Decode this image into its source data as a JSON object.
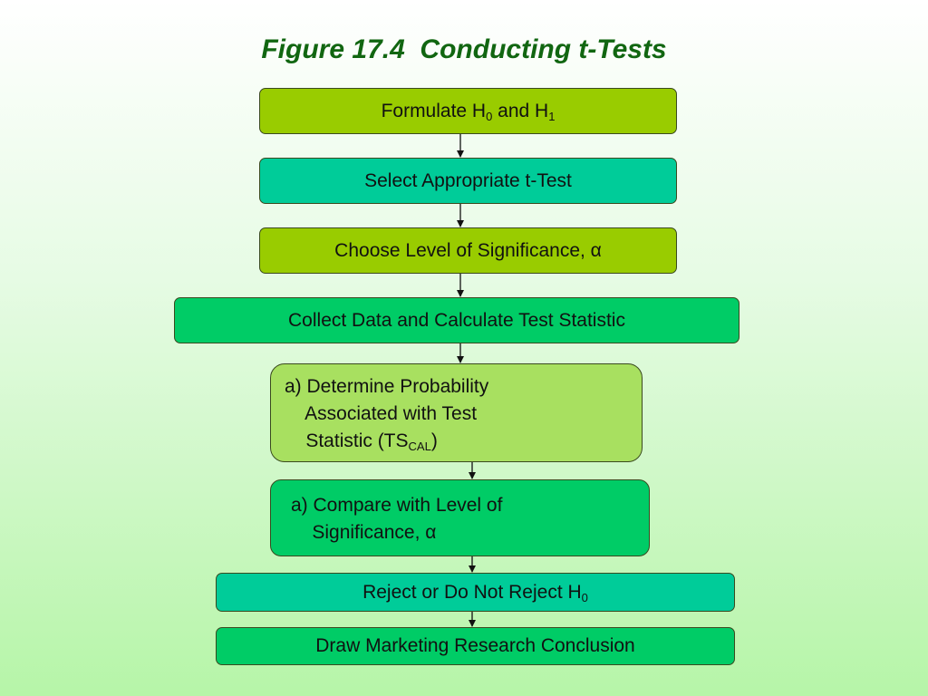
{
  "title": "Figure 17.4  Conducting t-Tests",
  "steps": {
    "s1": {
      "text": "Formulate H",
      "sub1": "0",
      "mid": " and H",
      "sub2": "1"
    },
    "s2": {
      "text": "Select Appropriate t-Test"
    },
    "s3": {
      "text": "Choose Level of Significance, α"
    },
    "s4": {
      "text": "Collect Data and Calculate Test Statistic"
    },
    "s5": {
      "line1": "a) Determine Probability",
      "line2": "    Associated with Test",
      "line3": "    Statistic (TS",
      "sub": "CAL",
      "end": ")"
    },
    "s6": {
      "line1": "a) Compare with Level of",
      "line2": "    Significance, α"
    },
    "s7": {
      "text": "Reject or Do Not Reject H",
      "sub": "0"
    },
    "s8": {
      "text": "Draw Marketing Research Conclusion"
    }
  },
  "colors": {
    "title": "#116611",
    "lime": "#99cc00",
    "teal": "#00cc99",
    "green": "#00cc66",
    "light_green": "#a8e060"
  }
}
